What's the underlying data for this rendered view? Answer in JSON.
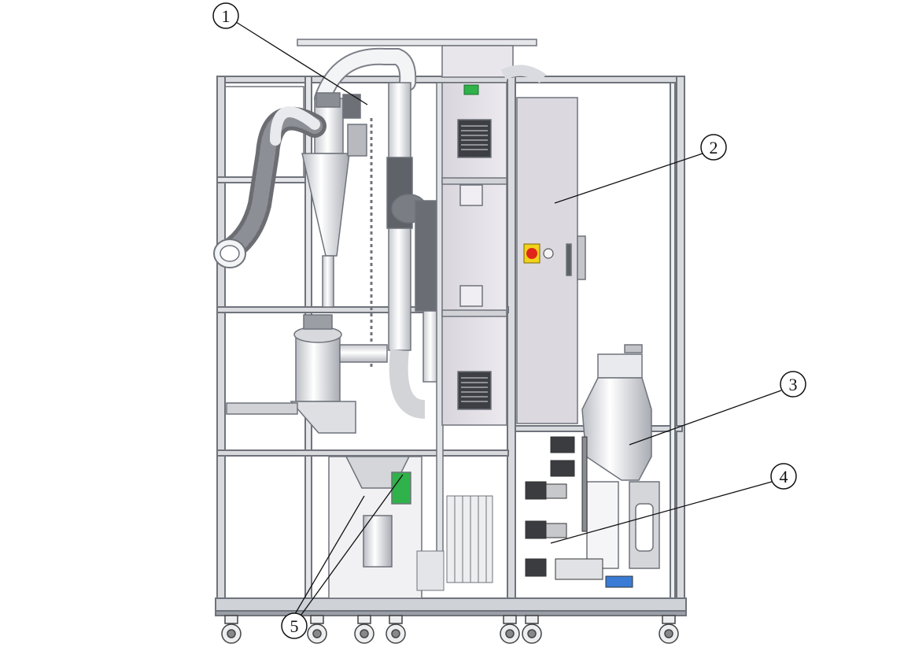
{
  "figure": {
    "callouts": [
      {
        "number": "1"
      },
      {
        "number": "2"
      },
      {
        "number": "3"
      },
      {
        "number": "4"
      },
      {
        "number": "5"
      }
    ]
  },
  "colors": {
    "frame": "#7d8088",
    "frame_light": "#c9cbd0",
    "panel": "#e6e3e8",
    "pipe": "#eef0f3",
    "hose": "#6b6d72",
    "warning_red": "#e0261a",
    "warning_yellow": "#f2d21b",
    "status_green": "#2fb24a",
    "valve_blue": "#3a7bd5"
  }
}
